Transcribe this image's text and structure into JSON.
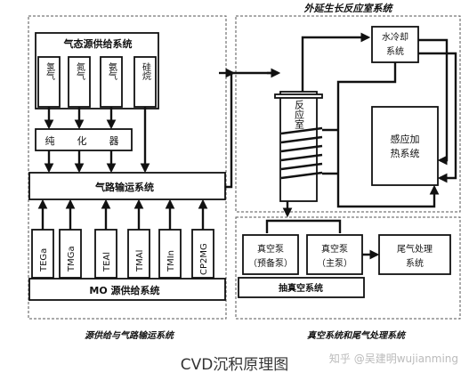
{
  "title": "外延生长反应室系统",
  "gas_supply": {
    "title": "气态源供给系统",
    "sources": [
      "氢气",
      "氮气",
      "氨气",
      "硅烷"
    ],
    "purifier": [
      "纯",
      "化",
      "器"
    ]
  },
  "transport": {
    "title": "气路输运系统"
  },
  "mo_supply": {
    "title": "MO 源供给系统",
    "sources": [
      "TEGa",
      "TMGa",
      "TEAl",
      "TMAl",
      "TMIn",
      "CP2MG"
    ]
  },
  "reactor": {
    "chamber": "反应室",
    "cooling": "水冷却系统",
    "heating": "感应加热系统"
  },
  "vacuum": {
    "pump_backup": "真空泵（预备泵）",
    "pump_main": "真空泵（主泵）",
    "exhaust": "尾气处理系统",
    "system": "抽真空系统"
  },
  "section_left": "源供给与气路输运系统",
  "section_right": "真空系统和尾气处理系统",
  "caption": "CVD沉积原理图",
  "watermark": "知乎 @吴建明wujianming"
}
